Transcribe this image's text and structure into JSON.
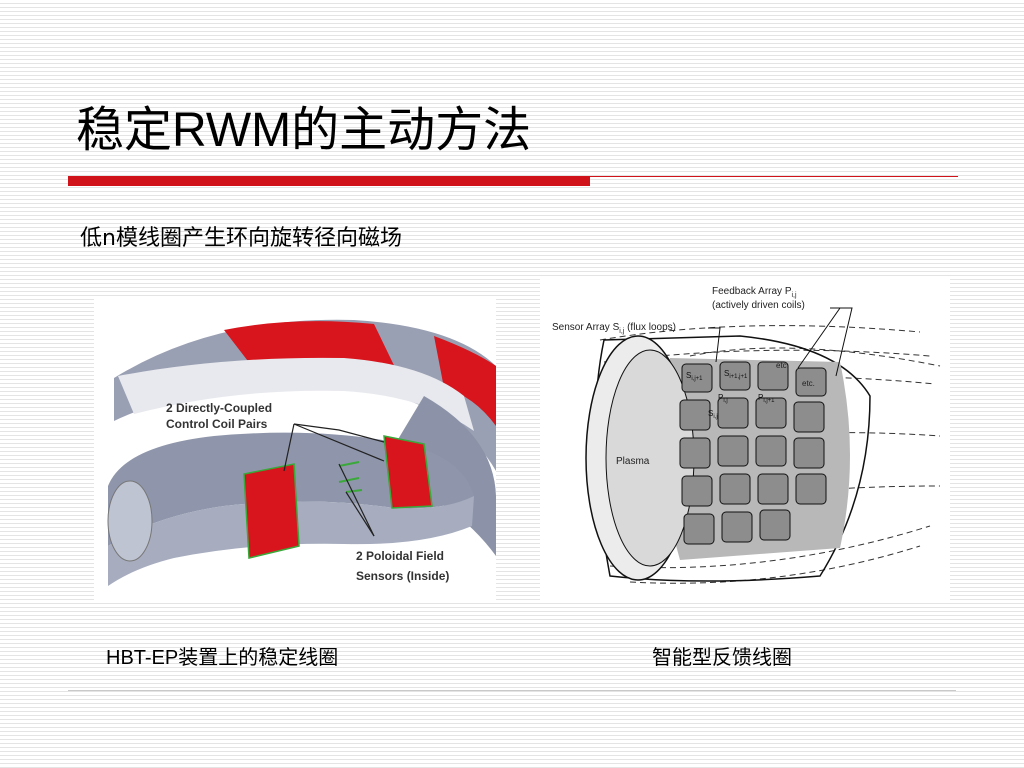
{
  "slide": {
    "title_prefix": "稳定",
    "title_latin": "RWM",
    "title_suffix": "的主动方法",
    "subtitle": "低n模线圈产生环向旋转径向磁场",
    "caption_left_latin": "HBT-EP",
    "caption_left_suffix": "装置上的稳定线圈",
    "caption_right": "智能型反馈线圈"
  },
  "colors": {
    "title_rule": "#d0121b",
    "coil_red": "#d8141c",
    "torus_gray": "#9aa0b3",
    "sensor_green": "#3aa83a"
  },
  "figure_left": {
    "label_coils": [
      "2 Directly-Coupled",
      "Control Coil Pairs"
    ],
    "label_sensors": [
      "2 Poloidal Field",
      "Sensors (Inside)"
    ]
  },
  "figure_right": {
    "label_feedback": [
      "Feedback Array P",
      "(actively driven coils)"
    ],
    "label_feedback_sub": "i,j",
    "label_sensor": "Sensor Array S",
    "label_sensor_sub": "i,j",
    "label_sensor_suffix": " (flux loops)",
    "label_plasma": "Plasma",
    "label_etc": "etc.",
    "cell_labels": [
      "S",
      "S",
      "P",
      "P",
      "S"
    ],
    "cell_subs": [
      "i,j+1",
      "i+1,j+1",
      "i,j",
      "i,j+1",
      "i,j"
    ]
  }
}
